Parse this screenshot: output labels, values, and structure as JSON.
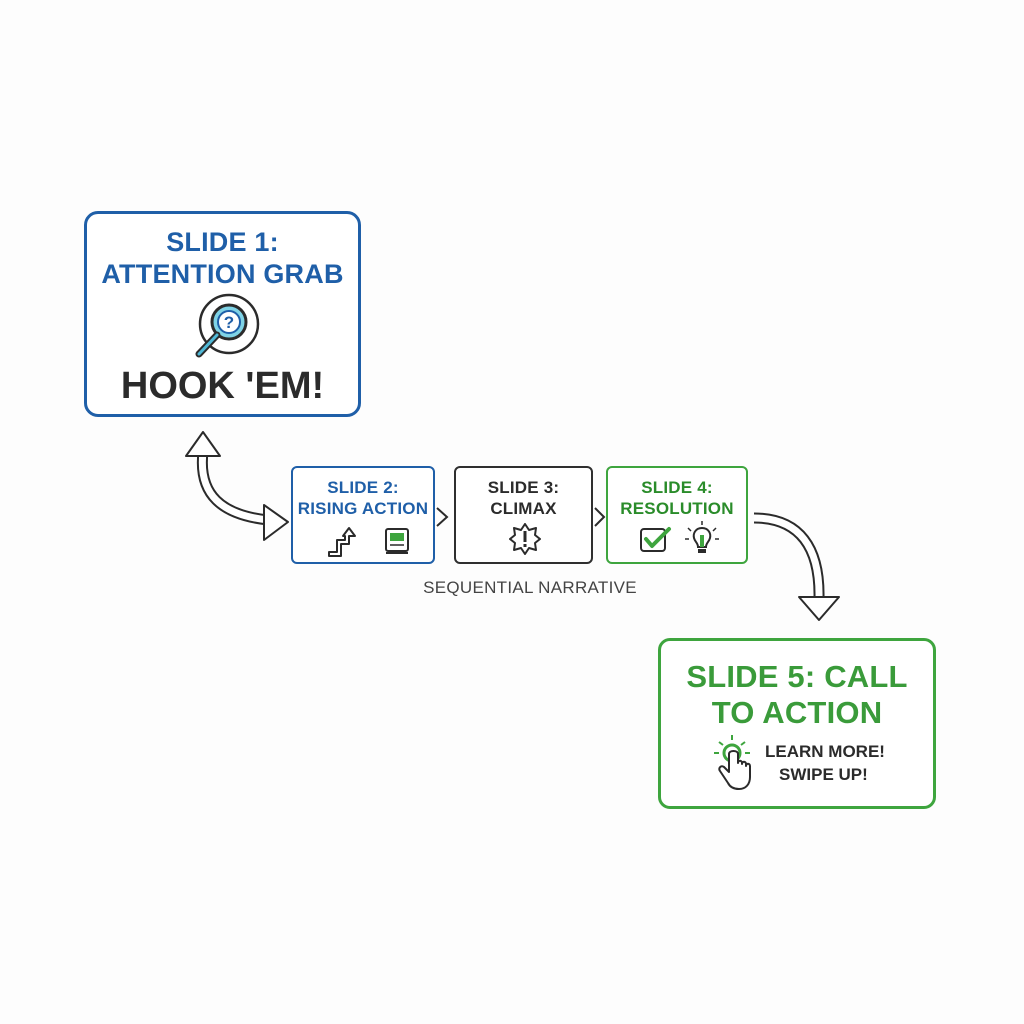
{
  "slides": [
    {
      "id": "slide1",
      "title_line1": "SLIDE 1:",
      "title_line2": "ATTENTION GRAB",
      "tagline": "HOOK 'EM!",
      "icon": "magnifier-question-icon"
    },
    {
      "id": "slide2",
      "title_line1": "SLIDE 2:",
      "title_line2": "RISING ACTION",
      "icons": [
        "rising-arrow-icon",
        "book-icon"
      ]
    },
    {
      "id": "slide3",
      "title_line1": "SLIDE 3:",
      "title_line2": "CLIMAX",
      "icon": "exclamation-burst-icon"
    },
    {
      "id": "slide4",
      "title_line1": "SLIDE 4:",
      "title_line2": "RESOLUTION",
      "icons": [
        "checkbox-icon",
        "lightbulb-icon"
      ]
    },
    {
      "id": "slide5",
      "title_line1": "SLIDE 5: CALL",
      "title_line2": "TO ACTION",
      "cta_line1": "LEARN MORE!",
      "cta_line2": "SWIPE UP!",
      "icon": "tap-hand-icon"
    }
  ],
  "caption": "SEQUENTIAL NARRATIVE",
  "colors": {
    "blue": "#1f5fa8",
    "green": "#3ea53e",
    "dark": "#2b2b2b"
  }
}
